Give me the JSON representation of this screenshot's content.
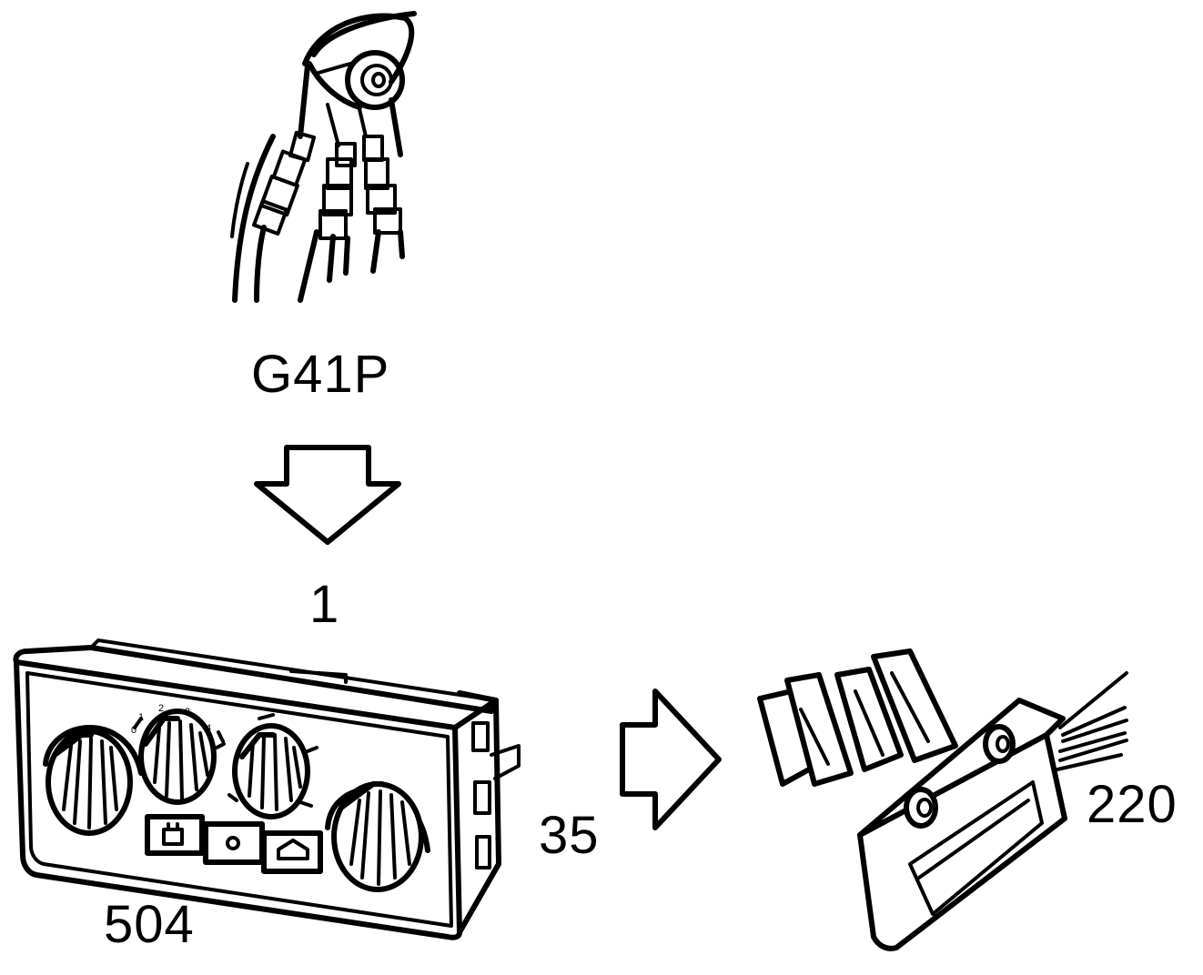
{
  "labels": {
    "connector": "G41P",
    "step": "1",
    "control_panel": "504",
    "connector_count": "35",
    "module": "220"
  },
  "dial_marks": {
    "fan_1": "1",
    "fan_2": "2",
    "fan_3": "3",
    "fan_4": "4",
    "fan_0": "0"
  },
  "colors": {
    "ink": "#000000",
    "paper": "#ffffff"
  }
}
